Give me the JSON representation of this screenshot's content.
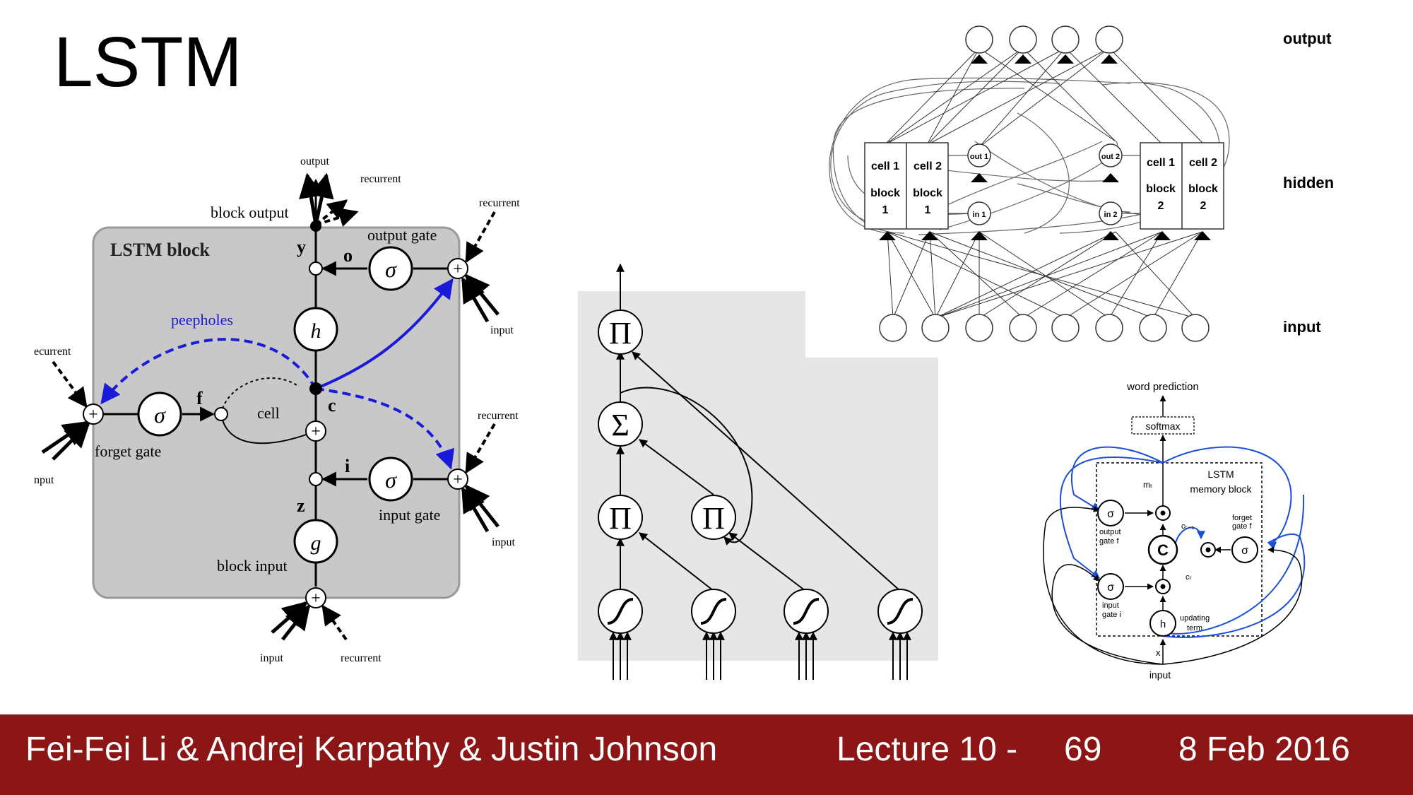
{
  "slide": {
    "title": "LSTM",
    "footer": {
      "authors": "Fei-Fei Li & Andrej Karpathy & Justin Johnson",
      "lecture": "Lecture 10 -",
      "slide_number": "69",
      "date": "8 Feb 2016"
    }
  },
  "lstm_block": {
    "block_title": "LSTM block",
    "output": "output",
    "recurrent": "recurrent",
    "recurrent_left": "ecurrent",
    "block_output": "block output",
    "output_gate": "output gate",
    "peepholes": "peepholes",
    "input": "input",
    "input_left": "nput",
    "forget_gate": "forget gate",
    "cell": "cell",
    "input_gate": "input gate",
    "block_input": "block input",
    "var_y": "y",
    "var_o": "o",
    "var_f": "f",
    "var_c": "c",
    "var_i": "i",
    "var_z": "z",
    "sym_sigma": "σ",
    "sym_h": "h",
    "sym_g": "g",
    "sym_plus": "+",
    "sym_dot": "·"
  },
  "graph_model": {
    "sym_pi": "Π",
    "sym_sum": "Σ"
  },
  "network": {
    "output": "output",
    "hidden": "hidden",
    "input": "input",
    "cell1": "cell 1",
    "cell2": "cell 2",
    "block": "block",
    "one": "1",
    "two": "2",
    "out1": "out 1",
    "in1": "in 1",
    "out2": "out 2",
    "in2": "in 2"
  },
  "memory_block": {
    "word_prediction": "word prediction",
    "softmax": "softmax",
    "lstm": "LSTM",
    "memory_block": "memory block",
    "m_t": "mₜ",
    "c_prev": "cₜ₋₁",
    "c_t": "cₜ",
    "output_gate": "output",
    "output_gate2": "gate f",
    "forget_gate": "forget",
    "forget_gate2": "gate f",
    "input_gate": "input",
    "input_gate2": "gate i",
    "updating": "updating",
    "term": "term",
    "x": "x",
    "input": "input",
    "sym_sigma": "σ",
    "sym_c": "C",
    "sym_h": "h"
  }
}
